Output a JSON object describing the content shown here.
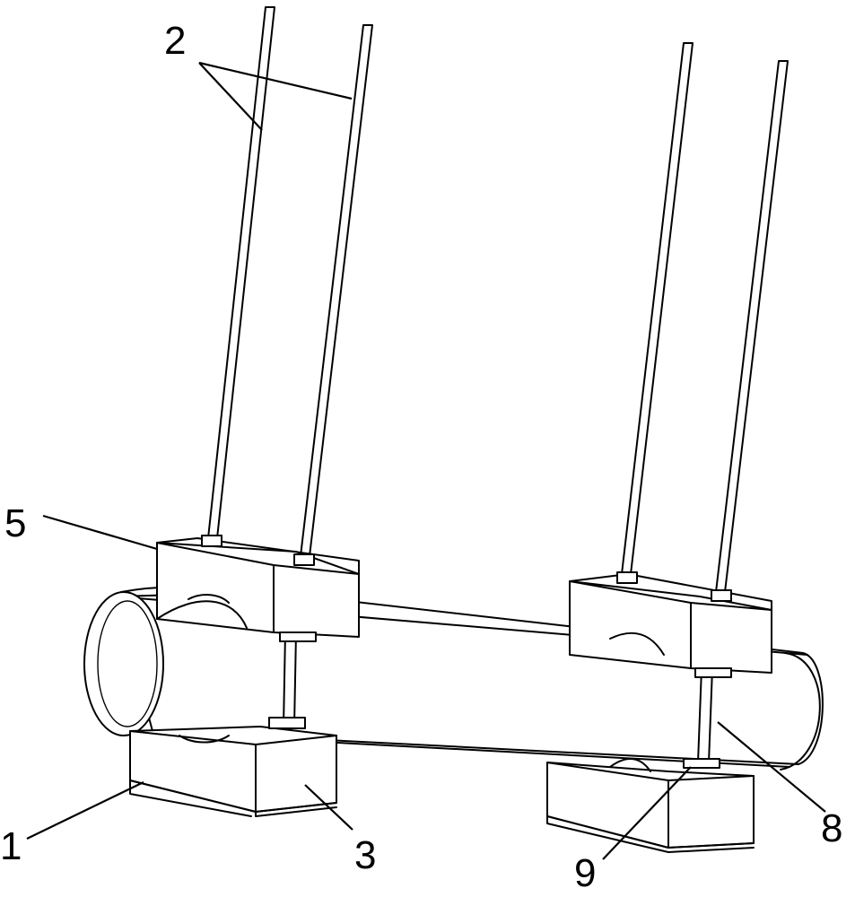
{
  "figure": {
    "labels": [
      {
        "id": "2",
        "text": "2"
      },
      {
        "id": "5",
        "text": "5"
      },
      {
        "id": "1",
        "text": "1"
      },
      {
        "id": "3",
        "text": "3"
      },
      {
        "id": "8",
        "text": "8"
      },
      {
        "id": "9",
        "text": "9"
      }
    ]
  }
}
